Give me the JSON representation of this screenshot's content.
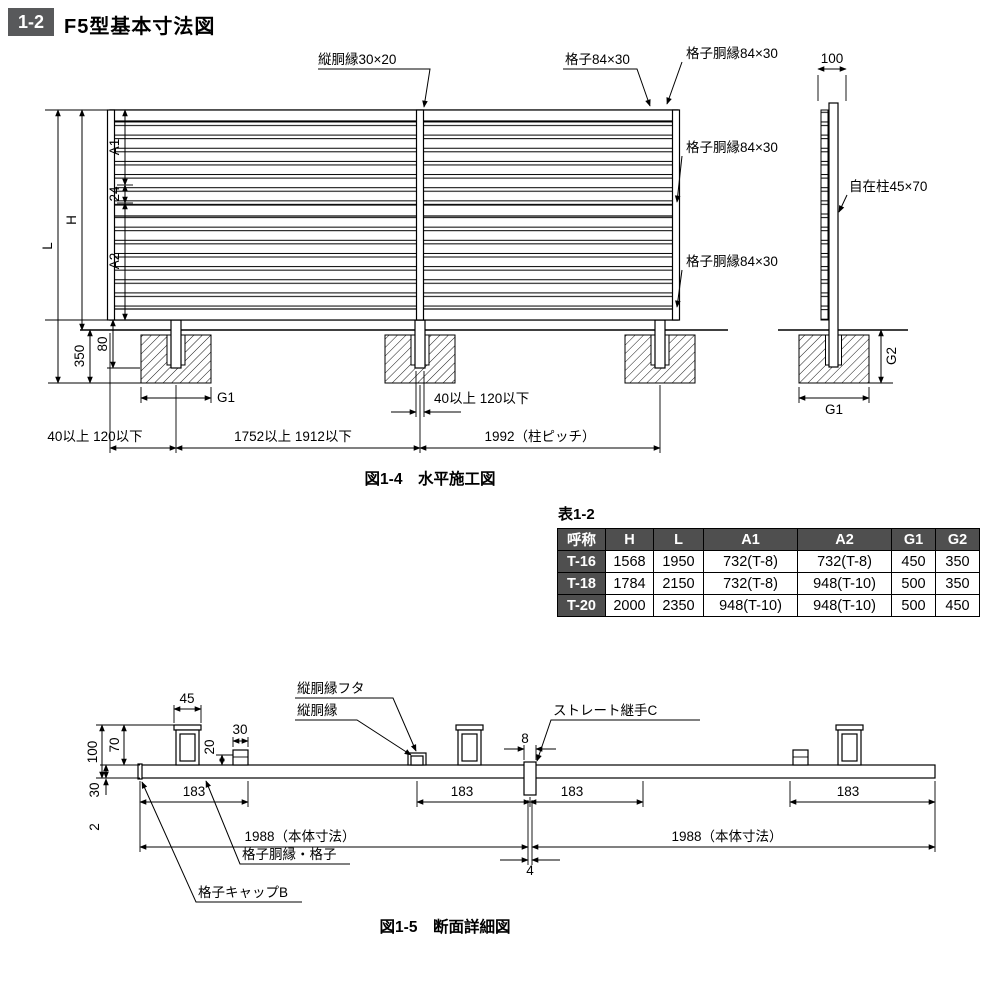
{
  "colors": {
    "ink": "#000000",
    "paper": "#ffffff",
    "badge_bg": "#58595b",
    "table_header_bg": "#4f4f4f",
    "table_header_text": "#ffffff"
  },
  "header": {
    "badge": "1-2",
    "title": "F5型基本寸法図"
  },
  "fig1": {
    "caption": "図1-4　水平施工図",
    "labels": {
      "tate_dobuchi": "縦胴縁30×20",
      "koshi": "格子84×30",
      "koshi_dobuchi": "格子胴縁84×30",
      "jizaibashira": "自在柱45×70"
    },
    "dims": {
      "d100": "100",
      "L": "L",
      "H": "H",
      "A1": "A1",
      "d24": "24",
      "A2": "A2",
      "d350": "350",
      "d80": "80",
      "G1": "G1",
      "G2": "G2",
      "offset": "40以上 120以下",
      "panel": "1752以上 1912以下",
      "pitch": "1992（柱ピッチ）"
    }
  },
  "table": {
    "title": "表1-2",
    "headers": [
      "呼称",
      "H",
      "L",
      "A1",
      "A2",
      "G1",
      "G2"
    ],
    "rows": [
      [
        "T-16",
        "1568",
        "1950",
        "732(T-8)",
        "732(T-8)",
        "450",
        "350"
      ],
      [
        "T-18",
        "1784",
        "2150",
        "732(T-8)",
        "948(T-10)",
        "500",
        "350"
      ],
      [
        "T-20",
        "2000",
        "2350",
        "948(T-10)",
        "948(T-10)",
        "500",
        "450"
      ]
    ]
  },
  "fig2": {
    "caption": "図1-5　断面詳細図",
    "labels": {
      "tate_dobuchi_futa": "縦胴縁フタ",
      "tate_dobuchi": "縦胴縁",
      "straight_joint": "ストレート継手C",
      "koshi_dobuchi_koshi": "格子胴縁・格子",
      "koshi_cap": "格子キャップB"
    },
    "dims": {
      "d45": "45",
      "d100": "100",
      "d70": "70",
      "d20": "20",
      "d30": "30",
      "d2": "2",
      "d8": "8",
      "d4": "4",
      "d183": "183",
      "body": "1988（本体寸法）"
    }
  }
}
